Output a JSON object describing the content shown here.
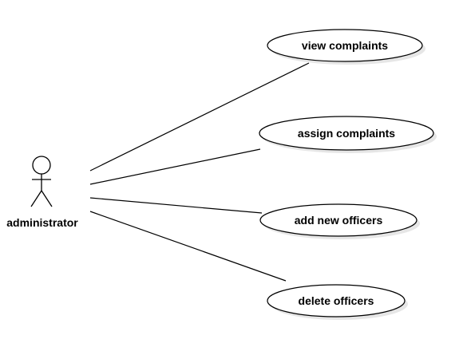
{
  "diagram": {
    "type": "use-case",
    "actor": {
      "label": "administrator",
      "icon": "stick-figure-icon"
    },
    "use_cases": [
      {
        "id": "view",
        "label": "view complaints"
      },
      {
        "id": "assign",
        "label": "assign complaints"
      },
      {
        "id": "add",
        "label": "add new officers"
      },
      {
        "id": "delete",
        "label": "delete officers"
      }
    ],
    "associations": [
      {
        "from": "actor",
        "to": "view"
      },
      {
        "from": "actor",
        "to": "assign"
      },
      {
        "from": "actor",
        "to": "add"
      },
      {
        "from": "actor",
        "to": "delete"
      }
    ]
  },
  "colors": {
    "stroke": "#000000",
    "fill": "#ffffff",
    "shadow": "#e6e6e6"
  }
}
